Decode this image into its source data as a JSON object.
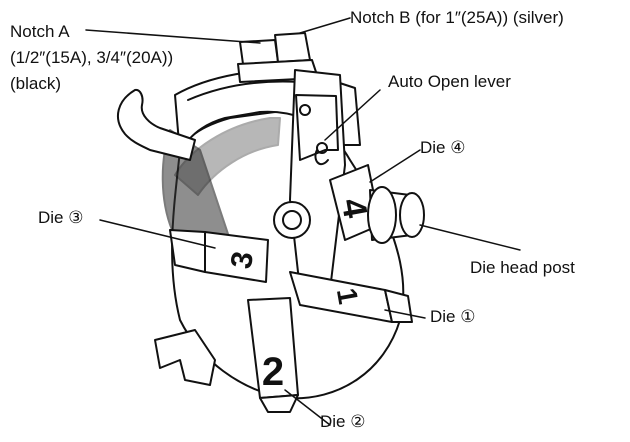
{
  "labels": {
    "notch_a_title": "Notch A",
    "notch_a_sizes": "(1/2″(15A), 3/4″(20A))",
    "notch_a_color": "(black)",
    "notch_b": "Notch B (for 1″(25A)) (silver)",
    "auto_open_lever": "Auto Open lever",
    "die_4": "Die ④",
    "die_3": "Die ③",
    "die_head_post": "Die head post",
    "die_1": "Die ①",
    "die_2": "Die ②"
  },
  "die_numbers": {
    "one": "1",
    "two": "2",
    "three": "3",
    "four": "4"
  }
}
